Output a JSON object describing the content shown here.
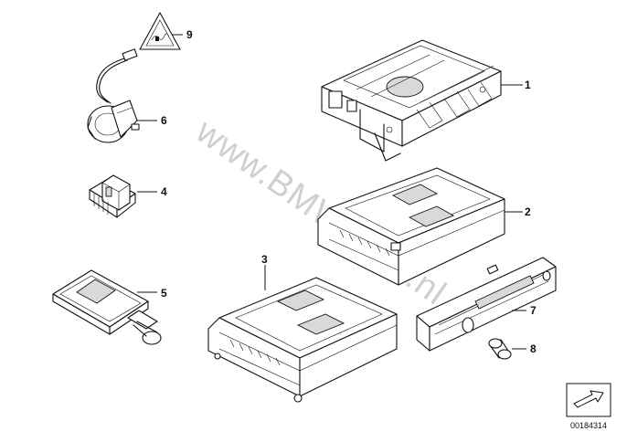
{
  "diagram": {
    "watermark": "www.BMWstore.nl",
    "document_number": "00184314",
    "callouts": [
      {
        "id": "callout-1",
        "label": "1"
      },
      {
        "id": "callout-2",
        "label": "2"
      },
      {
        "id": "callout-3",
        "label": "3"
      },
      {
        "id": "callout-4",
        "label": "4"
      },
      {
        "id": "callout-5",
        "label": "5"
      },
      {
        "id": "callout-6",
        "label": "6"
      },
      {
        "id": "callout-7",
        "label": "7"
      },
      {
        "id": "callout-8",
        "label": "8"
      },
      {
        "id": "callout-9",
        "label": "9"
      }
    ],
    "icons": {
      "warning_label": "warning-triangle-icon",
      "orientation_arrow": "orientation-arrow-icon"
    }
  }
}
